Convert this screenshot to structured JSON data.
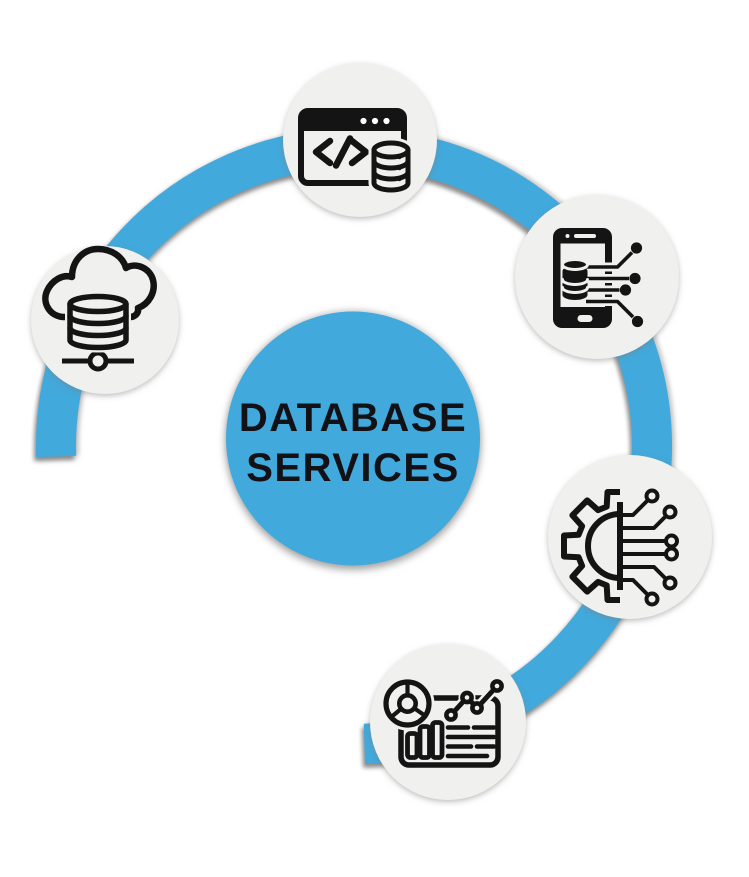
{
  "center": {
    "title_line1": "DATABASE",
    "title_line2": "SERVICES"
  },
  "colors": {
    "accent_blue": "#42A9DC",
    "node_gray": "#F0F0EF",
    "icon_ink": "#141414",
    "title_text": "#121216",
    "background": "#FFFFFF",
    "shadow_gray": "#9B9B9B"
  },
  "satellites": [
    {
      "position": "top",
      "icon": "browser-code-database-icon"
    },
    {
      "position": "upper-right",
      "icon": "mobile-database-circuit-icon"
    },
    {
      "position": "lower-right",
      "icon": "gear-circuit-icon"
    },
    {
      "position": "bottom",
      "icon": "analytics-dashboard-icon"
    },
    {
      "position": "left",
      "icon": "cloud-database-network-icon"
    }
  ]
}
